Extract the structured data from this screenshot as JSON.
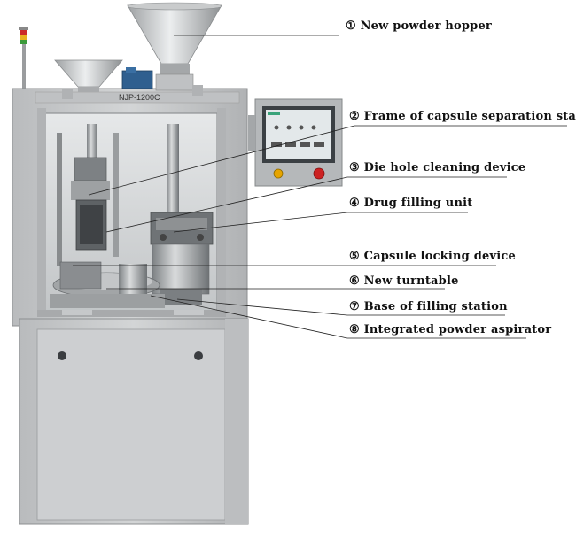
{
  "machine": {
    "model_plate": "NJP-1200C",
    "panel_buttons": [
      "",
      ""
    ]
  },
  "callouts": [
    {
      "num": "①",
      "text": "New powder hopper"
    },
    {
      "num": "②",
      "text": "Frame of capsule separation station"
    },
    {
      "num": "③",
      "text": "Die hole cleaning device"
    },
    {
      "num": "④",
      "text": "Drug filling unit"
    },
    {
      "num": "⑤",
      "text": "Capsule locking device"
    },
    {
      "num": "⑥",
      "text": "New turntable"
    },
    {
      "num": "⑦",
      "text": "Base of filling station"
    },
    {
      "num": "⑧",
      "text": "Integrated powder aspirator"
    }
  ],
  "colors": {
    "body": "#c9cbcd",
    "frame": "#b4b6b8",
    "dark_steel": "#6f7376",
    "hopper": "#d7d9da",
    "motor_blue": "#2f5f8f",
    "panel_screen": "#e3e8ea",
    "stop_button": "#cc2222",
    "start_button": "#e6a400"
  }
}
